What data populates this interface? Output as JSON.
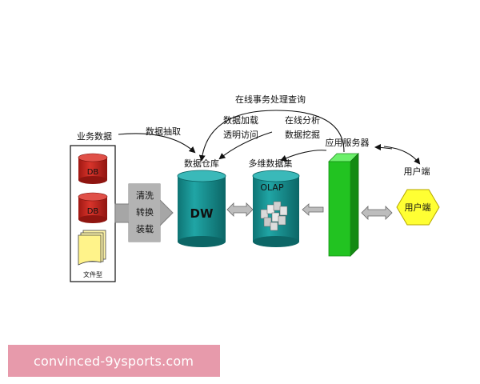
{
  "diagram": {
    "business_data": "业务数据",
    "db1": "DB",
    "db2": "DB",
    "file_type": "文件型",
    "etl": [
      "清洗",
      "转换",
      "装载"
    ],
    "extract": "数据抽取",
    "data_warehouse": "数据仓库",
    "dw": "DW",
    "multidim": "多维数据集",
    "olap": "OLAP",
    "app_server": "应用服务器",
    "user_end_top": "用户端",
    "user_end": "用户端",
    "oltp": "在线事务处理查询",
    "load_access": [
      "数据加载",
      "透明访问"
    ],
    "analysis_mining": [
      "在线分析",
      "数据挖掘"
    ]
  },
  "watermark": "convinced-9ysports.com",
  "colors": {
    "db_red": "#c4221c",
    "teal": "#1b9a9a",
    "teal_dark": "#0f6f70",
    "green": "#22c321",
    "yellow": "#ffff33",
    "gray": "#9a9a9a",
    "watermark_bg": "#e79aab"
  }
}
